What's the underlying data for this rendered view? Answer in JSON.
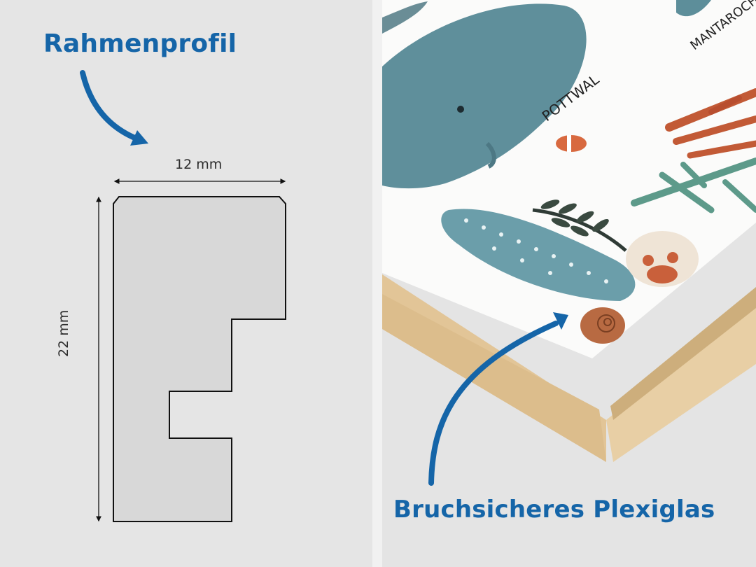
{
  "left": {
    "title": "Rahmenprofil",
    "width_label": "12 mm",
    "height_label": "22 mm"
  },
  "right": {
    "caption": "Bruchsicheres Plexiglas",
    "poster_labels": {
      "sperm_whale": "POTTWAL",
      "manta": "MANTAROCHEN"
    }
  },
  "colors": {
    "accent": "#1565a8",
    "profile_fill": "#d8d8d8",
    "profile_stroke": "#111111",
    "frame_wood": "#e6cda4"
  },
  "icons": [
    "curved-arrow-icon",
    "dimension-arrow-icon"
  ]
}
